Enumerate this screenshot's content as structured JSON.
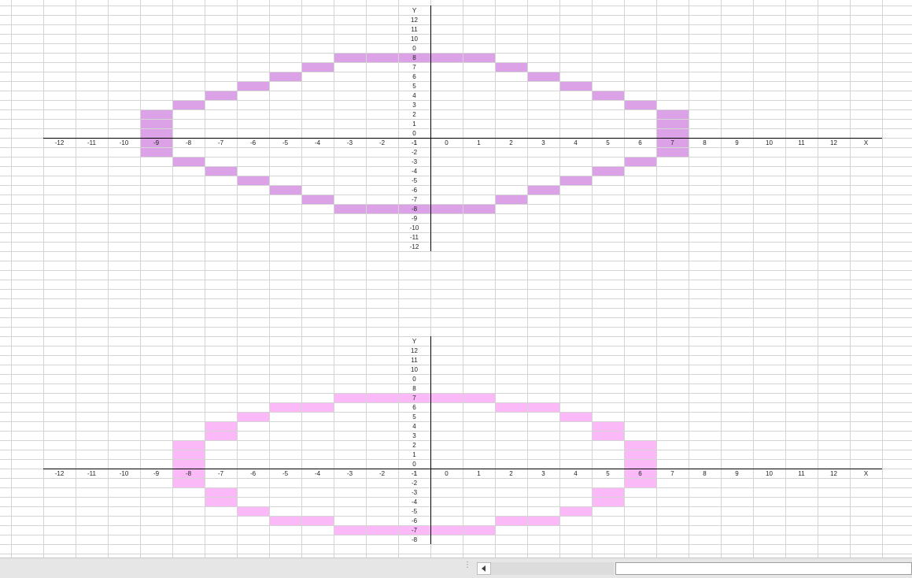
{
  "colors": {
    "top_fill": "#dca2e8",
    "bottom_fill": "#fbb9f7",
    "gridline": "#d4d4d4",
    "axis": "#000000"
  },
  "charts": [
    {
      "name": "top-ellipse-chart",
      "y_axis_title": "Y",
      "x_axis_title": "X",
      "y_labels": [
        "12",
        "11",
        "10",
        "0",
        "8",
        "7",
        "6",
        "5",
        "4",
        "3",
        "2",
        "1",
        "0",
        "-1",
        "-2",
        "-3",
        "-4",
        "-5",
        "-6",
        "-7",
        "-8",
        "-9",
        "-10",
        "-11",
        "-12"
      ],
      "x_labels": [
        "-12",
        "-11",
        "-10",
        "-9",
        "-8",
        "-7",
        "-6",
        "-5",
        "-4",
        "-3",
        "-2",
        "-1",
        "0",
        "1",
        "2",
        "3",
        "4",
        "5",
        "6",
        "7",
        "8",
        "9",
        "10",
        "11",
        "12"
      ],
      "filled_cells": [
        [
          -2,
          8
        ],
        [
          -1,
          8
        ],
        [
          0,
          8
        ],
        [
          1,
          8
        ],
        [
          2,
          8
        ],
        [
          -3,
          7
        ],
        [
          3,
          7
        ],
        [
          -4,
          6
        ],
        [
          4,
          6
        ],
        [
          -5,
          5
        ],
        [
          5,
          5
        ],
        [
          -6,
          4
        ],
        [
          6,
          4
        ],
        [
          -7,
          3
        ],
        [
          7,
          3
        ],
        [
          -8,
          2
        ],
        [
          -8,
          1
        ],
        [
          -8,
          0
        ],
        [
          -8,
          -1
        ],
        [
          -8,
          -2
        ],
        [
          8,
          2
        ],
        [
          8,
          1
        ],
        [
          8,
          0
        ],
        [
          8,
          -1
        ],
        [
          8,
          -2
        ],
        [
          -7,
          -3
        ],
        [
          7,
          -3
        ],
        [
          -6,
          -4
        ],
        [
          6,
          -4
        ],
        [
          -5,
          -5
        ],
        [
          5,
          -5
        ],
        [
          -4,
          -6
        ],
        [
          4,
          -6
        ],
        [
          -3,
          -7
        ],
        [
          3,
          -7
        ],
        [
          -2,
          -8
        ],
        [
          -1,
          -8
        ],
        [
          0,
          -8
        ],
        [
          1,
          -8
        ],
        [
          2,
          -8
        ]
      ]
    },
    {
      "name": "bottom-ellipse-chart",
      "y_axis_title": "Y",
      "x_axis_title": "X",
      "y_labels": [
        "12",
        "11",
        "10",
        "0",
        "8",
        "7",
        "6",
        "5",
        "4",
        "3",
        "2",
        "1",
        "0",
        "-1",
        "-2",
        "-3",
        "-4",
        "-5",
        "-6",
        "-7",
        "-8"
      ],
      "x_labels": [
        "-12",
        "-11",
        "-10",
        "-9",
        "-8",
        "-7",
        "-6",
        "-5",
        "-4",
        "-3",
        "-2",
        "-1",
        "0",
        "1",
        "2",
        "3",
        "4",
        "5",
        "6",
        "7",
        "8",
        "9",
        "10",
        "11",
        "12"
      ],
      "filled_cells": [
        [
          -2,
          7
        ],
        [
          -1,
          7
        ],
        [
          0,
          7
        ],
        [
          1,
          7
        ],
        [
          2,
          7
        ],
        [
          -4,
          6
        ],
        [
          -3,
          6
        ],
        [
          3,
          6
        ],
        [
          4,
          6
        ],
        [
          -5,
          5
        ],
        [
          5,
          5
        ],
        [
          -6,
          4
        ],
        [
          -6,
          3
        ],
        [
          6,
          4
        ],
        [
          6,
          3
        ],
        [
          -7,
          2
        ],
        [
          -7,
          1
        ],
        [
          -7,
          0
        ],
        [
          -7,
          -1
        ],
        [
          -7,
          -2
        ],
        [
          7,
          2
        ],
        [
          7,
          1
        ],
        [
          7,
          0
        ],
        [
          7,
          -1
        ],
        [
          7,
          -2
        ],
        [
          -6,
          -3
        ],
        [
          -6,
          -4
        ],
        [
          6,
          -3
        ],
        [
          6,
          -4
        ],
        [
          -5,
          -5
        ],
        [
          5,
          -5
        ],
        [
          -4,
          -6
        ],
        [
          -3,
          -6
        ],
        [
          3,
          -6
        ],
        [
          4,
          -6
        ],
        [
          -2,
          -7
        ],
        [
          -1,
          -7
        ],
        [
          0,
          -7
        ],
        [
          1,
          -7
        ],
        [
          2,
          -7
        ]
      ]
    }
  ],
  "status_bar": {
    "grip_icon": "vertical-dots",
    "scroll_left_icon": "triangle-left"
  }
}
